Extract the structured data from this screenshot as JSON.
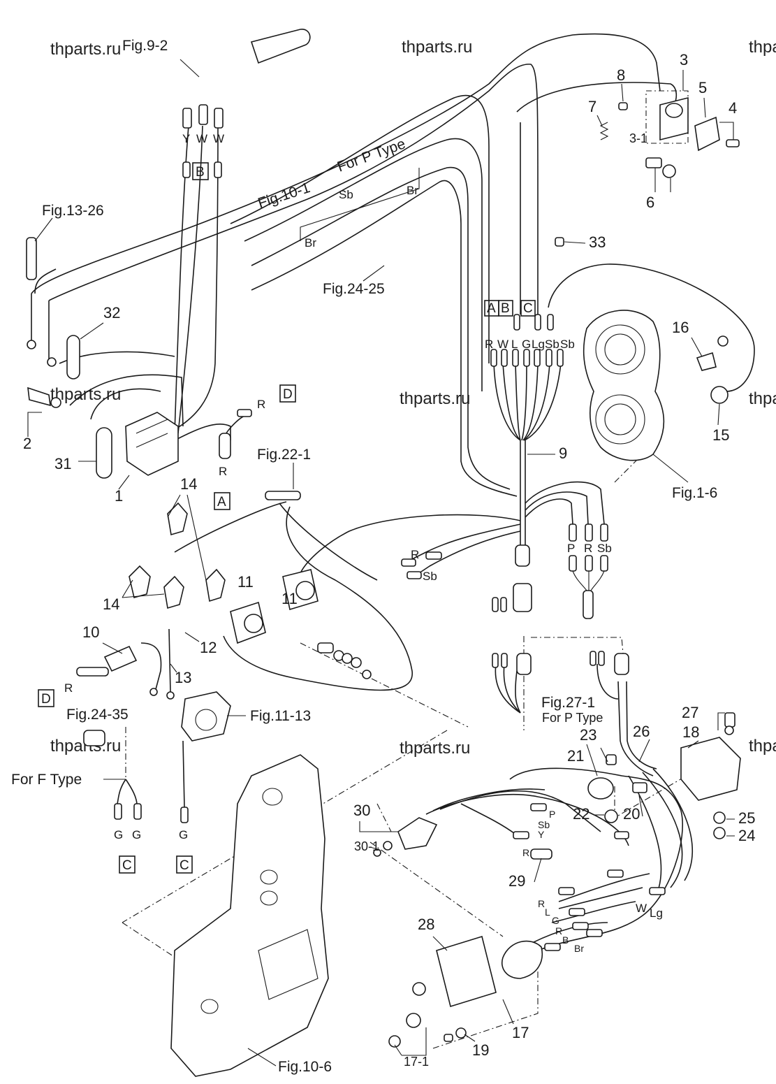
{
  "watermark": "thparts.ru",
  "figure_refs": {
    "fig_9_2": "Fig.9-2",
    "fig_13_26": "Fig.13-26",
    "fig_10_1": "Fig.10-1",
    "fig_24_25": "Fig.24-25",
    "fig_22_1": "Fig.22-1",
    "fig_1_6": "Fig.1-6",
    "fig_27_1": "Fig.27-1",
    "fig_24_35": "Fig.24-35",
    "fig_11_13": "Fig.11-13",
    "fig_10_6": "Fig.10-6"
  },
  "type_notes": {
    "for_p_type_top": "For P Type",
    "for_p_type_lower": "For P Type",
    "for_f_type": "For F Type"
  },
  "part_numbers": [
    "1",
    "2",
    "3",
    "3-1",
    "4",
    "5",
    "6",
    "7",
    "8",
    "9",
    "10",
    "11",
    "11",
    "12",
    "13",
    "14",
    "14",
    "15",
    "16",
    "17",
    "17-1",
    "18",
    "19",
    "20",
    "21",
    "22",
    "23",
    "24",
    "25",
    "26",
    "27",
    "28",
    "29",
    "30",
    "30-1",
    "31",
    "32",
    "33"
  ],
  "connector_tags": {
    "A": "A",
    "B": "B",
    "C": "C",
    "D": "D"
  },
  "wire_colors": {
    "Y": "Y",
    "W": "W",
    "R": "R",
    "L": "L",
    "G": "G",
    "Lg": "Lg",
    "Sb": "Sb",
    "Br": "Br",
    "P": "P",
    "B": "B"
  }
}
